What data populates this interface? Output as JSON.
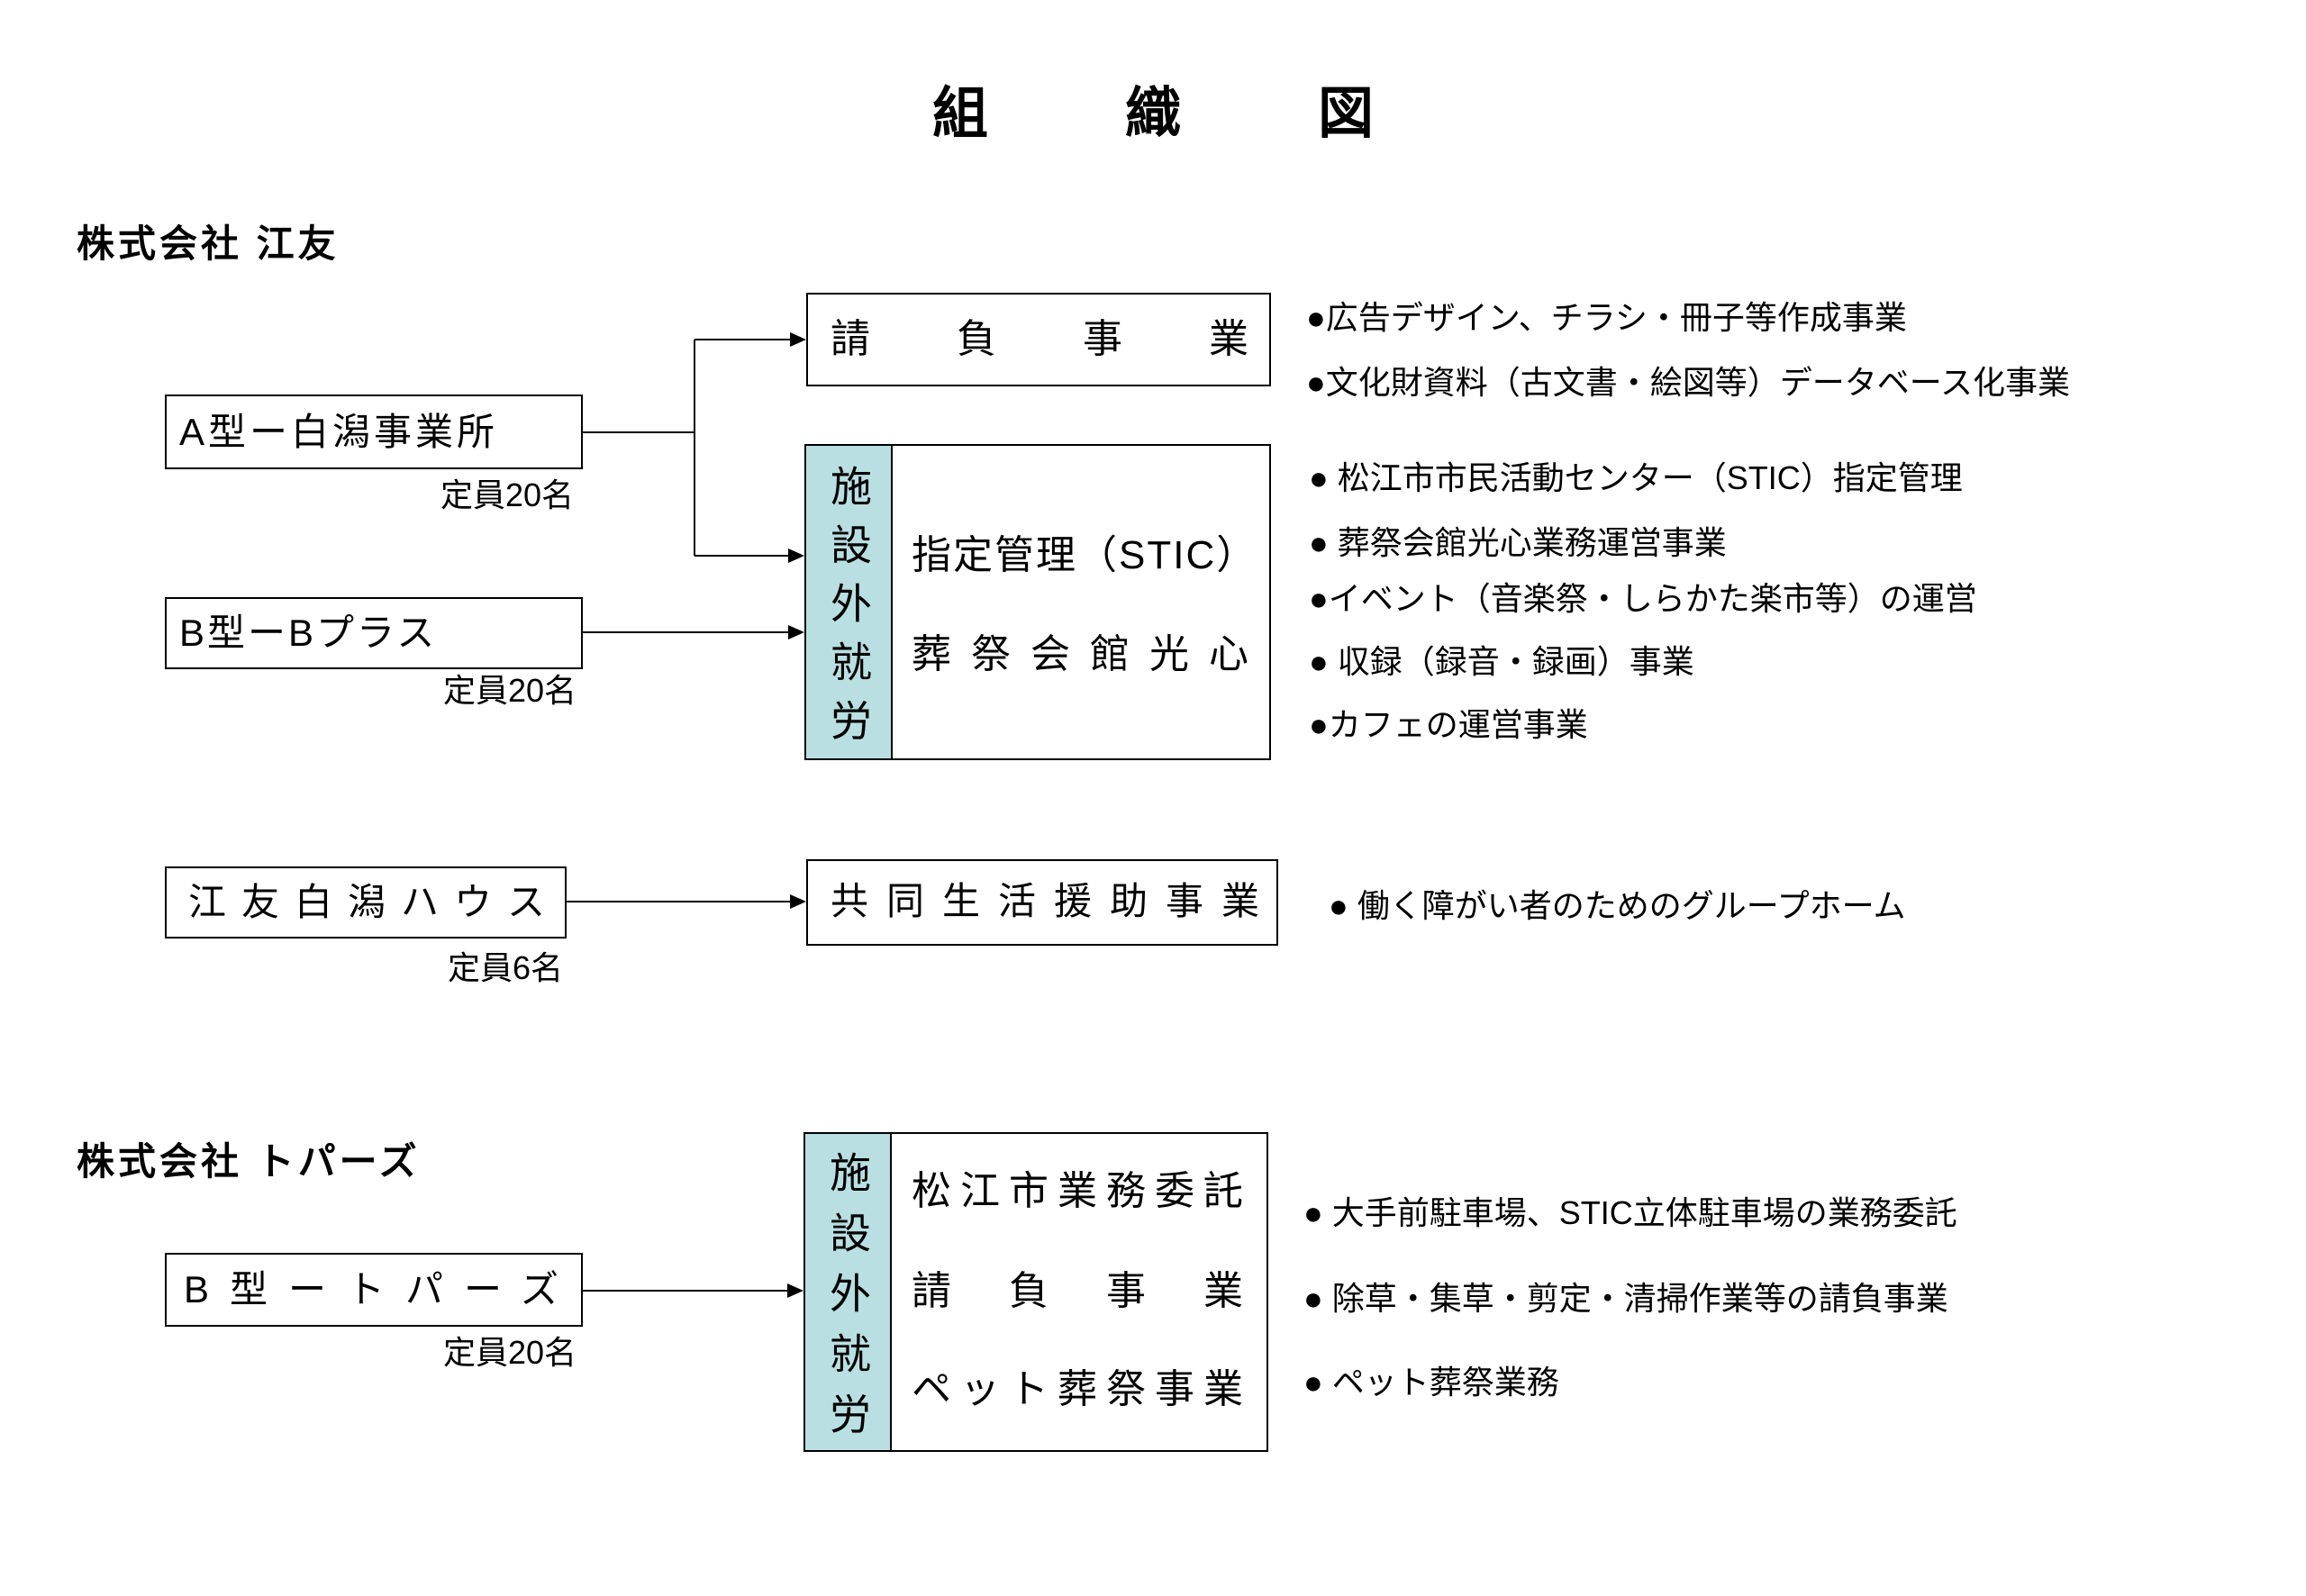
{
  "title": "組織図",
  "colors": {
    "side_label_bg": "#b9dfe2",
    "border": "#000000"
  },
  "edayu": {
    "company_name": "株式会社 江友",
    "units": {
      "a_type": {
        "name": "A型ー白潟事業所",
        "capacity": "定員20名"
      },
      "b_plus": {
        "name": "B型ーBプラス",
        "capacity": "定員20名"
      },
      "house": {
        "name": "江友白潟ハウス",
        "capacity": "定員6名"
      }
    },
    "contract": {
      "label": "請負事業",
      "bullets": [
        "●広告デザイン、チラシ・冊子等作成事業",
        "●文化財資料（古文書・絵図等）データベース化事業"
      ]
    },
    "facility": {
      "side_label": "施設外就労",
      "lines": [
        "指定管理（STIC）",
        "葬祭会館光心"
      ],
      "bullets": [
        "● 松江市市民活動センター（STIC）指定管理",
        "● 葬祭会館光心業務運営事業",
        "●イベント（音楽祭・しらかた楽市等）の運営",
        "● 収録（録音・録画）事業",
        "●カフェの運営事業"
      ]
    },
    "group_home": {
      "label": "共同生活援助事業",
      "bullets": [
        "● 働く障がい者のためのグループホーム"
      ]
    }
  },
  "topaz": {
    "company_name": "株式会社 トパーズ",
    "unit": {
      "name": "B型ートパーズ",
      "capacity": "定員20名"
    },
    "facility": {
      "side_label": "施設外就労",
      "lines": [
        "松江市業務委託",
        "請負事業",
        "ペット葬祭事業"
      ],
      "bullets": [
        "● 大手前駐車場、STIC立体駐車場の業務委託",
        "● 除草・集草・剪定・清掃作業等の請負事業",
        "● ペット葬祭業務"
      ]
    }
  }
}
